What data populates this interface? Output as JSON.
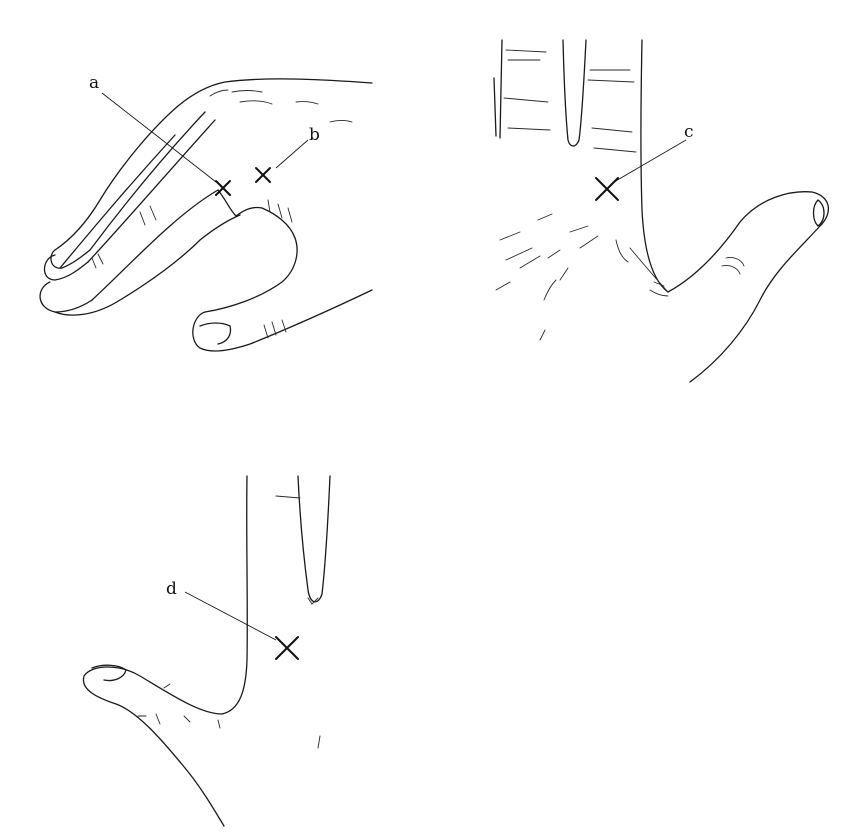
{
  "labels": {
    "a": "a",
    "b": "b",
    "c": "c",
    "d": "d"
  },
  "colors": {
    "ink": "#1a1a1a",
    "background": "#ffffff"
  }
}
